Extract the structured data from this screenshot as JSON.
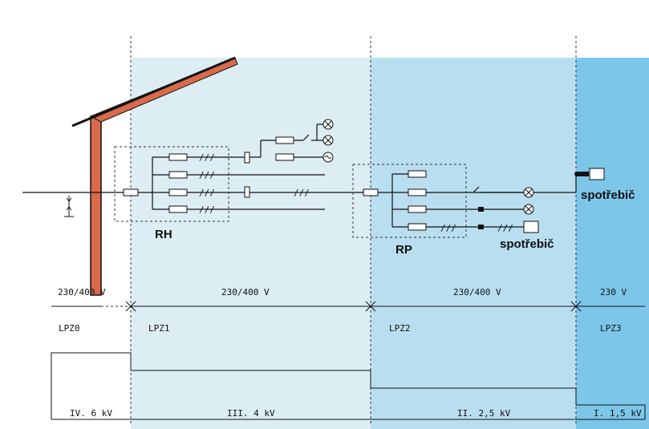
{
  "colors": {
    "zone1": "#dcedf4",
    "zone2": "#b9def0",
    "zone3": "#7cc6ea",
    "roof": "#d96a4a"
  },
  "distribution_boards": {
    "main": "RH",
    "sub": "RP"
  },
  "appliance_label": "spotřebič",
  "voltages": [
    "230/400 V",
    "230/400 V",
    "230/400 V",
    "230 V"
  ],
  "zones": [
    "LPZ0",
    "LPZ1",
    "LPZ2",
    "LPZ3"
  ],
  "withstand": [
    "IV. 6 kV",
    "III. 4 kV",
    "II. 2,5 kV",
    "I. 1,5 kV"
  ]
}
